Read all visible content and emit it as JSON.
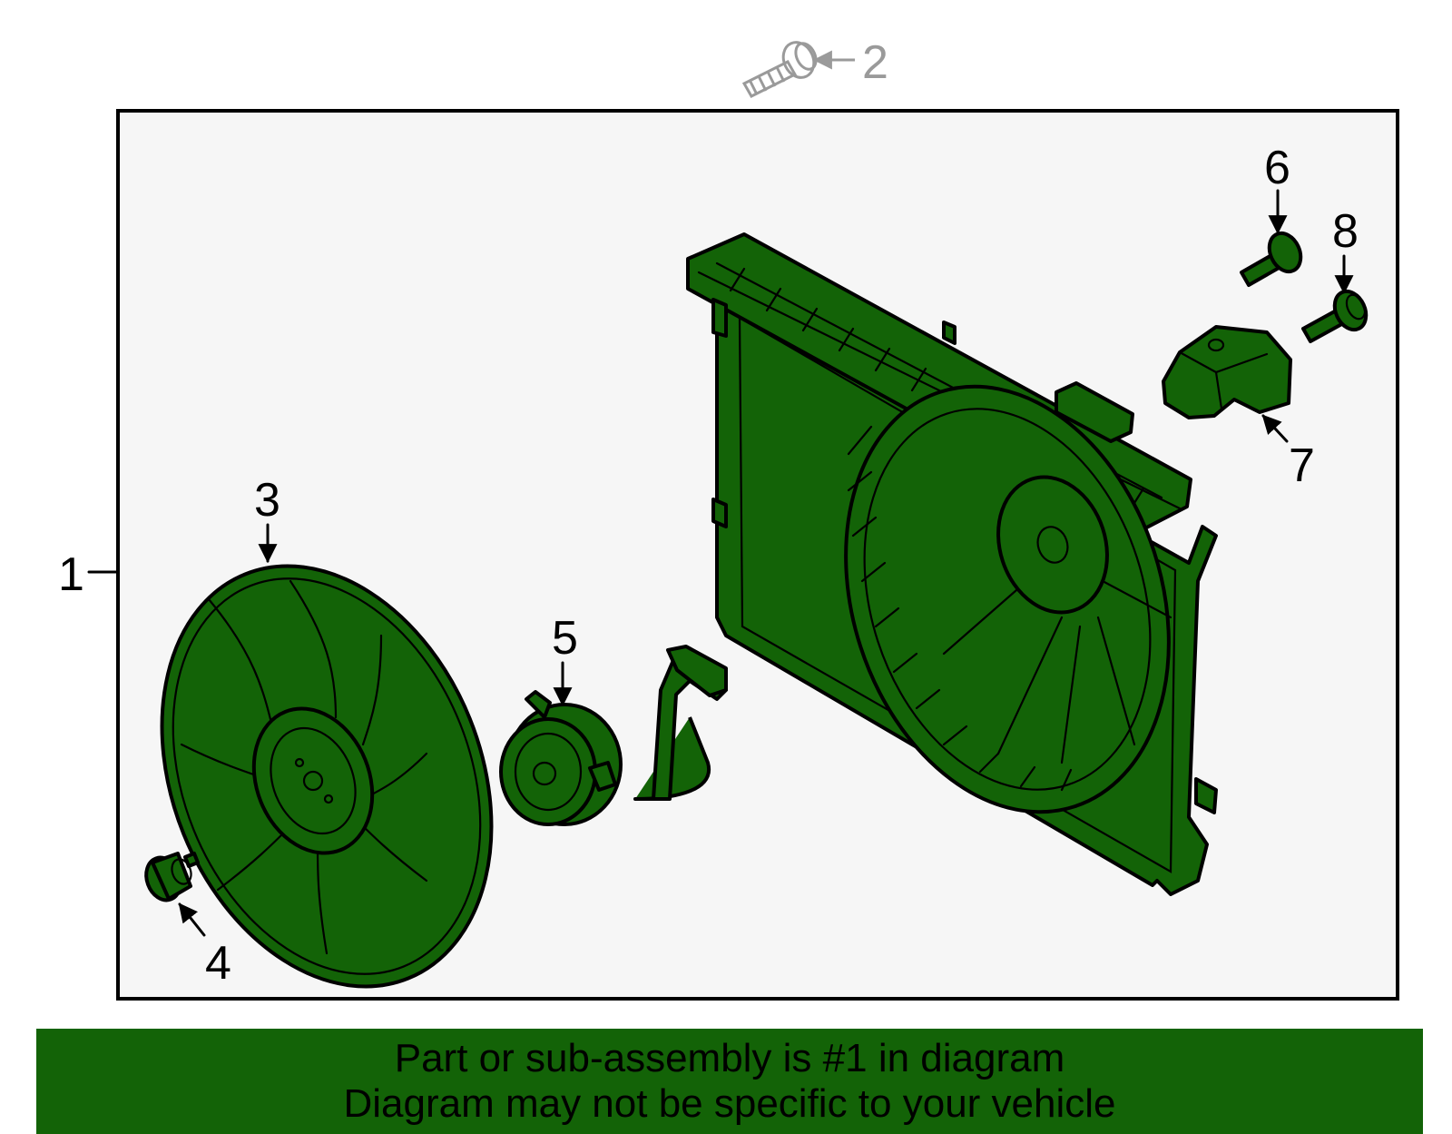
{
  "callouts": {
    "c1": "1",
    "c2": "2",
    "c3": "3",
    "c4": "4",
    "c5": "5",
    "c6": "6",
    "c7": "7",
    "c8": "8"
  },
  "banner": {
    "line1": "Part or sub-assembly is #1 in diagram",
    "line2": "Diagram may not be specific to your vehicle"
  },
  "colors": {
    "part_fill": "#136307",
    "banner_bg": "#136307",
    "panel_bg": "#f6f6f6",
    "callout_gray": "#9a9a9a"
  }
}
